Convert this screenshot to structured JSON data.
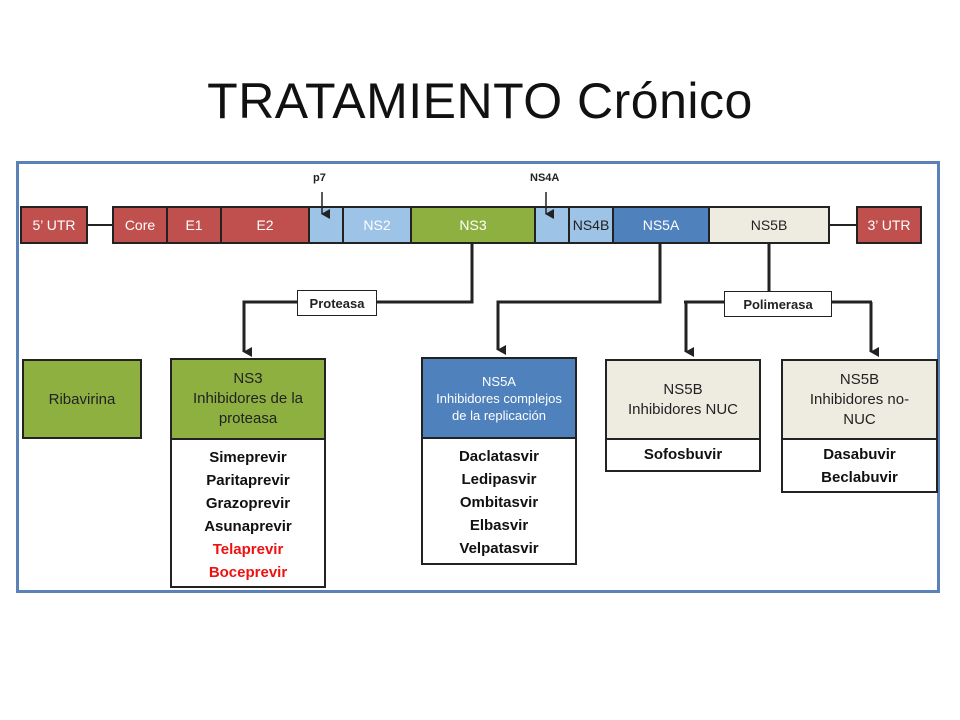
{
  "title": "TRATAMIENTO Crónico",
  "genome": {
    "segments": [
      {
        "label": "5’ UTR",
        "color": "#c0504d"
      },
      {
        "label": "Core",
        "color": "#c0504d"
      },
      {
        "label": "E1",
        "color": "#c0504d"
      },
      {
        "label": "E2",
        "color": "#c0504d"
      },
      {
        "label": "",
        "color": "#9dc3e6"
      },
      {
        "label": "NS2",
        "color": "#9dc3e6"
      },
      {
        "label": "NS3",
        "color": "#8db041"
      },
      {
        "label": "",
        "color": "#9dc3e6"
      },
      {
        "label": "NS4B",
        "color": "#9dc3e6"
      },
      {
        "label": "NS5A",
        "color": "#4f81bd"
      },
      {
        "label": "NS5B",
        "color": "#eeece1"
      },
      {
        "label": "3’ UTR",
        "color": "#c0504d"
      }
    ],
    "p7_label": "p7",
    "ns4a_label": "NS4A"
  },
  "connectors": {
    "proteasa": "Proteasa",
    "polimerasa": "Polimerasa"
  },
  "boxes": {
    "ribavirina": {
      "label": "Ribavirina"
    },
    "ns3": {
      "head": [
        "NS3",
        "Inhibidores de la",
        "proteasa"
      ],
      "drugs": [
        "Simeprevir",
        "Paritaprevir",
        "Grazoprevir",
        "Asunaprevir",
        "Telaprevir",
        "Boceprevir"
      ]
    },
    "ns5a": {
      "head": [
        "NS5A",
        "Inhibidores complejos",
        "de la replicación"
      ],
      "drugs": [
        "Daclatasvir",
        "Ledipasvir",
        "Ombitasvir",
        "Elbasvir",
        "Velpatasvir"
      ]
    },
    "ns5b_nuc": {
      "head": [
        "NS5B",
        "Inhibidores NUC"
      ],
      "drugs": [
        "Sofosbuvir"
      ]
    },
    "ns5b_nonuc": {
      "head": [
        "NS5B",
        "Inhibidores no-",
        "NUC"
      ],
      "drugs": [
        "Dasabuvir",
        "Beclabuvir"
      ]
    }
  },
  "colors": {
    "frame": "#5a82b8",
    "red": "#c0504d",
    "light_blue": "#9dc3e6",
    "green": "#8db041",
    "blue": "#4f81bd",
    "cream": "#eeece1",
    "withdrawn_drug": "#e11111"
  }
}
